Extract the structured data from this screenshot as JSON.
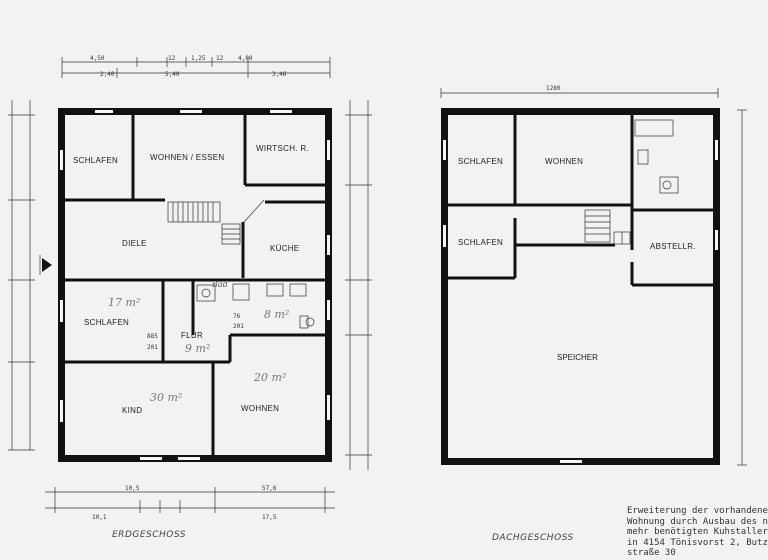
{
  "erdgeschoss": {
    "title": "ERDGESCHOSS",
    "rooms": {
      "schlafen1": "SCHLAFEN",
      "wohnen_essen": "WOHNEN / ESSEN",
      "wirtsch": "WIRTSCH. R.",
      "diele": "DIELE",
      "kueche": "KÜCHE",
      "schlafen2": "SCHLAFEN",
      "flur": "FLUR",
      "kind": "KIND",
      "wohnen": "WOHNEN"
    },
    "handwritten": {
      "schlafen_area": "17 m²",
      "flur_area": "9 m²",
      "kind_area": "30 m²",
      "wohnen_area": "20 m²",
      "bad_area": "8 m²",
      "bad_small": "Bad"
    },
    "door_dims": {
      "d1_top": "885",
      "d1_bottom": "201",
      "d2_top": "76",
      "d2_bottom": "201"
    },
    "top_dims": {
      "row1": [
        "4,50",
        "12",
        "1,25",
        "12",
        "4,00"
      ],
      "row2": [
        "2,40",
        "5,40",
        "3,46"
      ]
    },
    "bottom_dims": {
      "row1": [
        "10,5",
        "57,6"
      ],
      "row2": [
        "10,1",
        "17,5"
      ]
    }
  },
  "dachgeschoss": {
    "title": "DACHGESCHOSS",
    "top_dim": "1280",
    "rooms": {
      "schlafen1": "SCHLAFEN",
      "wohnen": "WOHNEN",
      "schlafen2": "SCHLAFEN",
      "abstell": "ABSTELLR.",
      "speicher": "SPEICHER"
    }
  },
  "note": {
    "lines": [
      "Erweiterung der vorhandene",
      "Wohnung durch Ausbau des n",
      "mehr benötigten Kuhstaller",
      "in 4154 Tönisvorst 2, Butz",
      "straße 30"
    ]
  }
}
